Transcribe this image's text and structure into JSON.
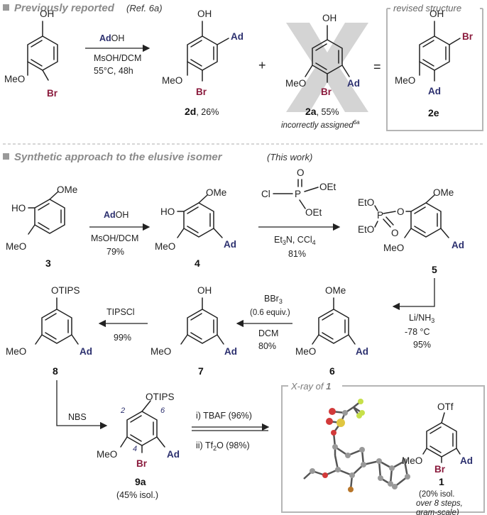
{
  "header1": {
    "title": "Previously reported",
    "ref": "(Ref. 6a)"
  },
  "header2": {
    "title": "Synthetic approach to the elusive isomer",
    "ref": "(This work)"
  },
  "revised_box": {
    "title": "revised structure",
    "compound": "2e"
  },
  "xray_box": {
    "title_prefix": "X-ray of ",
    "title_compound": "1"
  },
  "labels": {
    "OH": "OH",
    "MeO": "MeO",
    "Br": "Br",
    "Ad": "Ad",
    "OMe": "OMe",
    "HO": "HO",
    "OTIPS": "OTIPS",
    "OTf": "OTf",
    "EtO": "EtO",
    "O": "O",
    "P": "P",
    "Cl": "Cl",
    "OEt": "OEt",
    "plus": "+",
    "equals": "="
  },
  "reaction1": {
    "reagent_ad": "Ad",
    "reagent_oh": "OH",
    "solvent": "MsOH/DCM",
    "conditions": "55°C, 48h"
  },
  "products1": {
    "p2d": {
      "id": "2d",
      "yield": ", 26%"
    },
    "p2a": {
      "id": "2a",
      "yield": ", 55%",
      "note": "incorrectly assigned",
      "note_sup": "6a"
    }
  },
  "compounds": {
    "c3": "3",
    "c4": "4",
    "c5": "5",
    "c6": "6",
    "c7": "7",
    "c8": "8",
    "c9a": "9a",
    "c1": "1"
  },
  "reaction2": {
    "reagent_ad": "Ad",
    "reagent_oh": "OH",
    "solvent": "MsOH/DCM",
    "yield": "79%"
  },
  "reaction3": {
    "base": "Et",
    "base_sub": "3",
    "base_rest": "N, CCl",
    "base_sub2": "4",
    "yield": "81%"
  },
  "reaction4": {
    "reagent": "Li/NH",
    "reagent_sub": "3",
    "temp": "-78 °C",
    "yield": "95%"
  },
  "reaction5": {
    "reagent": "BBr",
    "reagent_sub": "3",
    "equiv": "(0.6 equiv.)",
    "solvent": "DCM",
    "yield": "80%"
  },
  "reaction6": {
    "reagent": "TIPSCl",
    "yield": "99%"
  },
  "reaction7": {
    "reagent": "NBS"
  },
  "reaction8": {
    "step1": "i) TBAF (96%)",
    "step2_prefix": "ii) Tf",
    "step2_sub": "2",
    "step2_suffix": "O (98%)"
  },
  "c9a_yield": "(45% isol.)",
  "c9a_positions": {
    "p2": "2",
    "p4": "4",
    "p6": "6"
  },
  "c1_yield": [
    "(20% isol.",
    "over 8 steps,",
    "gram-scale)"
  ]
}
